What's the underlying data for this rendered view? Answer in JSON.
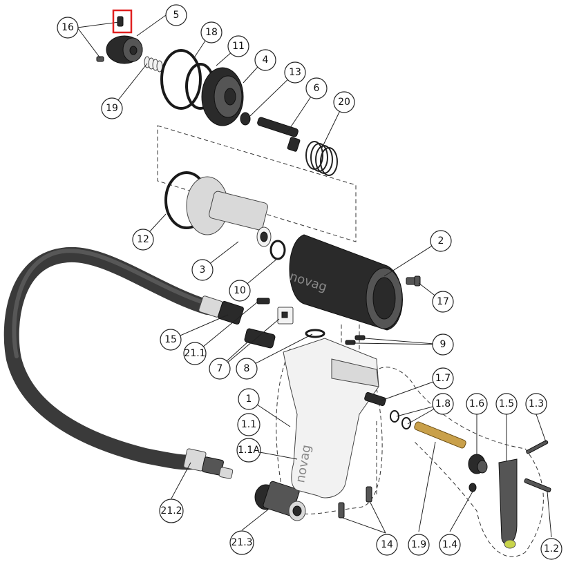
{
  "diagram": {
    "brand_text": "novag",
    "callouts": [
      {
        "id": "c16",
        "label": "16"
      },
      {
        "id": "c5",
        "label": "5"
      },
      {
        "id": "c18",
        "label": "18"
      },
      {
        "id": "c11",
        "label": "11"
      },
      {
        "id": "c4",
        "label": "4"
      },
      {
        "id": "c13",
        "label": "13"
      },
      {
        "id": "c6",
        "label": "6"
      },
      {
        "id": "c20",
        "label": "20"
      },
      {
        "id": "c19",
        "label": "19"
      },
      {
        "id": "c12",
        "label": "12"
      },
      {
        "id": "c3",
        "label": "3"
      },
      {
        "id": "c10",
        "label": "10"
      },
      {
        "id": "c2",
        "label": "2"
      },
      {
        "id": "c17",
        "label": "17"
      },
      {
        "id": "c15",
        "label": "15"
      },
      {
        "id": "c21_1",
        "label": "21.1"
      },
      {
        "id": "c7",
        "label": "7"
      },
      {
        "id": "c8",
        "label": "8"
      },
      {
        "id": "c9",
        "label": "9"
      },
      {
        "id": "c1_7",
        "label": "1.7"
      },
      {
        "id": "c1",
        "label": "1"
      },
      {
        "id": "c1_8",
        "label": "1.8"
      },
      {
        "id": "c1_6",
        "label": "1.6"
      },
      {
        "id": "c1_5",
        "label": "1.5"
      },
      {
        "id": "c1_3",
        "label": "1.3"
      },
      {
        "id": "c1_1",
        "label": "1.1"
      },
      {
        "id": "c1_1A",
        "label": "1.1A"
      },
      {
        "id": "c21_2",
        "label": "21.2"
      },
      {
        "id": "c21_3",
        "label": "21.3"
      },
      {
        "id": "c14",
        "label": "14"
      },
      {
        "id": "c1_9",
        "label": "1.9"
      },
      {
        "id": "c1_4",
        "label": "1.4"
      },
      {
        "id": "c1_2",
        "label": "1.2"
      }
    ],
    "highlight_color": "#e02020"
  }
}
